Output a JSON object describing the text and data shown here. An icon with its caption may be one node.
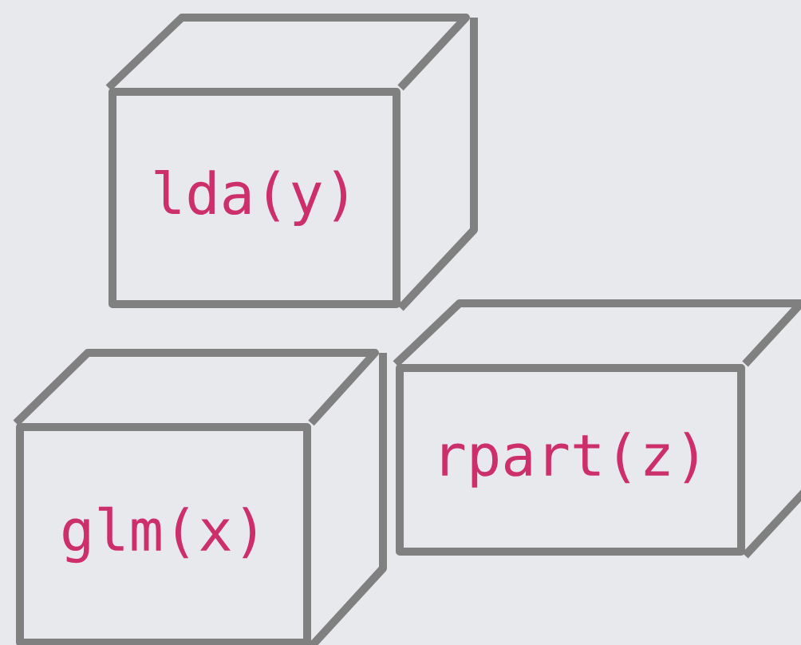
{
  "diagram": {
    "nodes": [
      {
        "text": [
          "lda(y)"
        ]
      },
      {
        "text": [
          "rpart(z)"
        ]
      },
      {
        "text": [
          "glm(x)"
        ]
      }
    ]
  }
}
